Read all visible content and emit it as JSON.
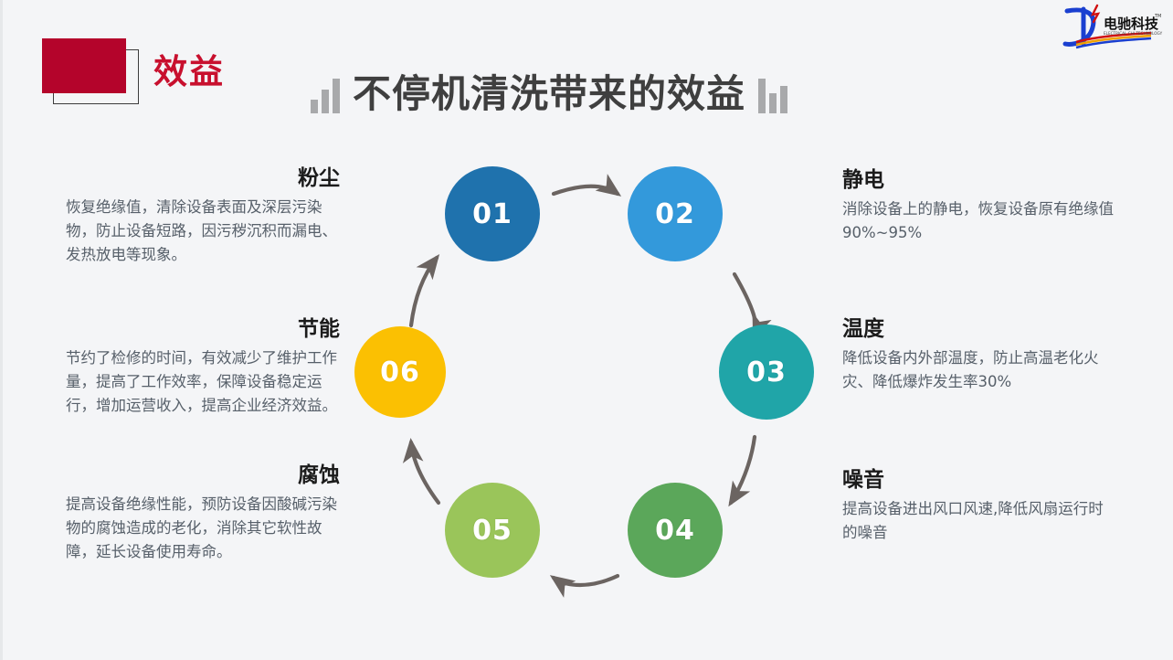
{
  "header": {
    "badge_label": "效益",
    "title": "不停机清洗带来的效益",
    "accent_red": "#b4042b",
    "title_color": "#3f3f3f"
  },
  "logo": {
    "name_cn": "电驰科技",
    "name_en": "ELECTRICAL CHI TECHNOLOGY",
    "trademark": "TM"
  },
  "diagram": {
    "type": "cycle",
    "nodes": [
      {
        "number": "01",
        "color": "#1f72ad",
        "topic": "粉尘"
      },
      {
        "number": "02",
        "color": "#3399db",
        "topic": "静电"
      },
      {
        "number": "03",
        "color": "#20a5a8",
        "topic": "温度"
      },
      {
        "number": "04",
        "color": "#5ba75a",
        "topic": "噪音"
      },
      {
        "number": "05",
        "color": "#9ac55a",
        "topic": "腐蚀"
      },
      {
        "number": "06",
        "color": "#fbc002",
        "topic": "节能"
      }
    ],
    "arrow_color": "#6b6461"
  },
  "blocks": {
    "dust": {
      "title": "粉尘",
      "body": "恢复绝缘值，清除设备表面及深层污染物，防止设备短路，因污秽沉积而漏电、发热放电等现象。"
    },
    "energy": {
      "title": "节能",
      "body": "节约了检修的时间，有效减少了维护工作量，提高了工作效率，保障设备稳定运行，增加运营收入，提高企业经济效益。"
    },
    "corrosion": {
      "title": "腐蚀",
      "body": "提高设备绝缘性能，预防设备因酸碱污染物的腐蚀造成的老化，消除其它软性故障，延长设备使用寿命。"
    },
    "static": {
      "title": "静电",
      "body": "消除设备上的静电，恢复设备原有绝缘值90%~95%"
    },
    "temperature": {
      "title": "温度",
      "body": "降低设备内外部温度，防止高温老化火灾、降低爆炸发生率30%"
    },
    "noise": {
      "title": "噪音",
      "body": "提高设备进出风口风速,降低风扇运行时的噪音"
    }
  }
}
